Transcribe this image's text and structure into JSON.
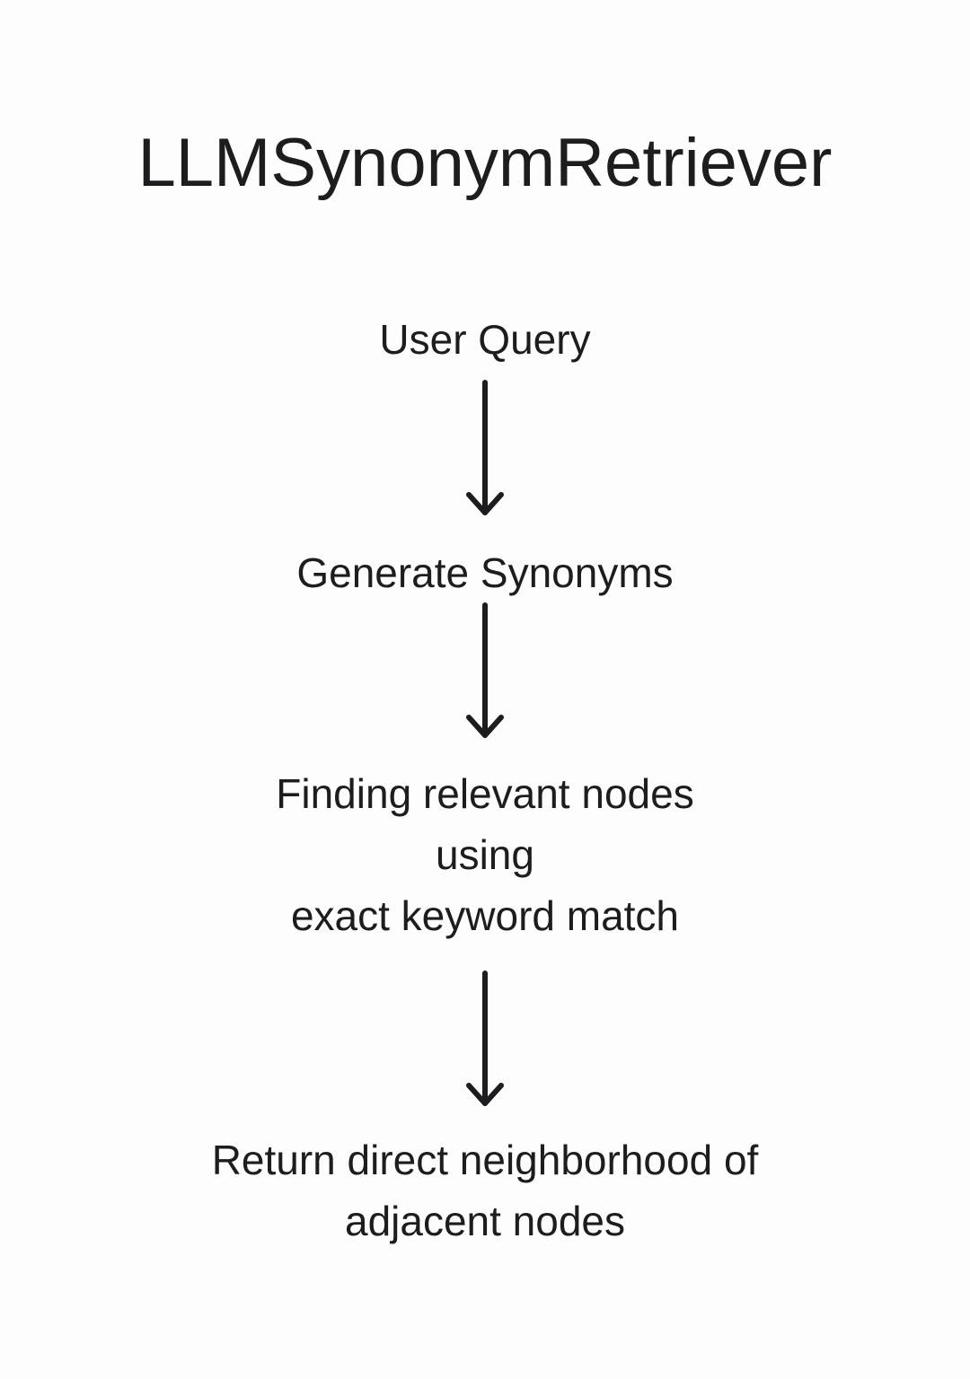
{
  "page": {
    "background_color": "#fdfdfd",
    "text_color": "#1d1d1f"
  },
  "diagram": {
    "type": "flowchart",
    "direction": "top-down",
    "title": "LLMSynonymRetriever",
    "connector": {
      "icon": "down-arrow",
      "color": "#1d1d1f"
    },
    "steps": [
      {
        "label": "User Query"
      },
      {
        "label": "Generate Synonyms"
      },
      {
        "label": "Finding relevant nodes\nusing\nexact keyword match"
      },
      {
        "label": "Return direct neighborhood of\nadjacent nodes"
      }
    ]
  }
}
